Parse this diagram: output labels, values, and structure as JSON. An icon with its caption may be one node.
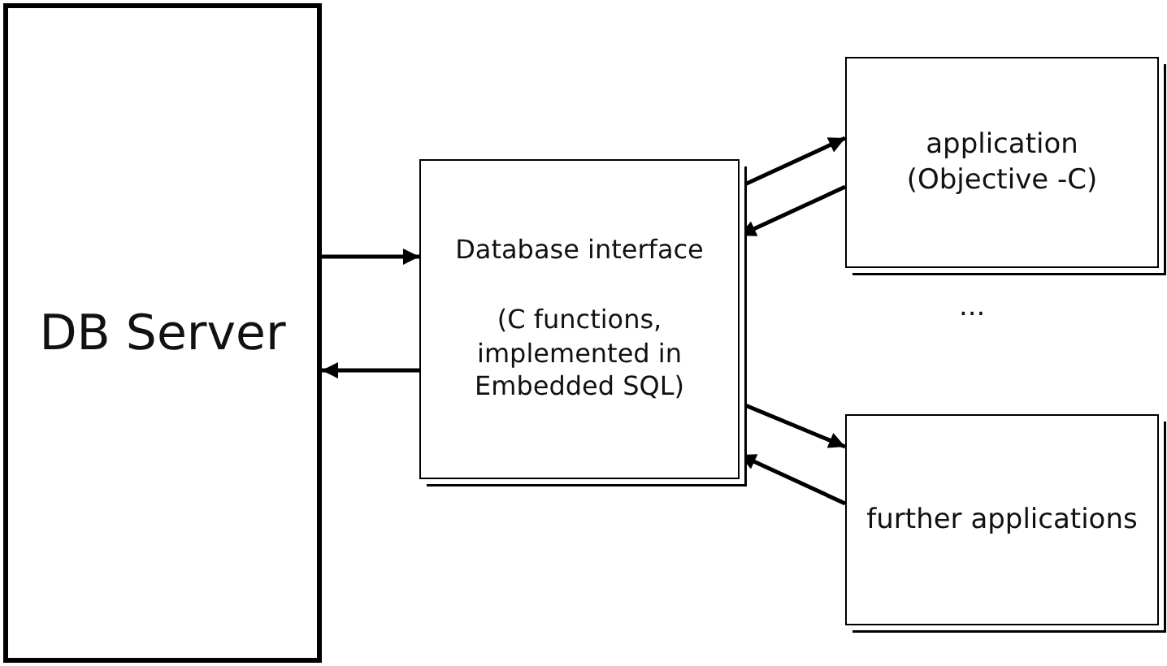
{
  "diagram": {
    "nodes": [
      {
        "text": [
          "DB Server"
        ]
      },
      {
        "text": [
          "Database interface",
          "(C functions, implemented in Embedded SQL)"
        ]
      },
      {
        "text": [
          "application (Objective -C)"
        ]
      },
      {
        "text": [
          "further applications"
        ]
      }
    ],
    "edges": [
      {
        "from": 0,
        "to": 1,
        "arrow": "to"
      },
      {
        "from": 1,
        "to": 0,
        "arrow": "to"
      },
      {
        "from": 1,
        "to": 2,
        "arrow": "to"
      },
      {
        "from": 2,
        "to": 1,
        "arrow": "to"
      },
      {
        "from": 1,
        "to": 3,
        "arrow": "to"
      },
      {
        "from": 3,
        "to": 1,
        "arrow": "to"
      }
    ],
    "labels": [
      "..."
    ]
  }
}
